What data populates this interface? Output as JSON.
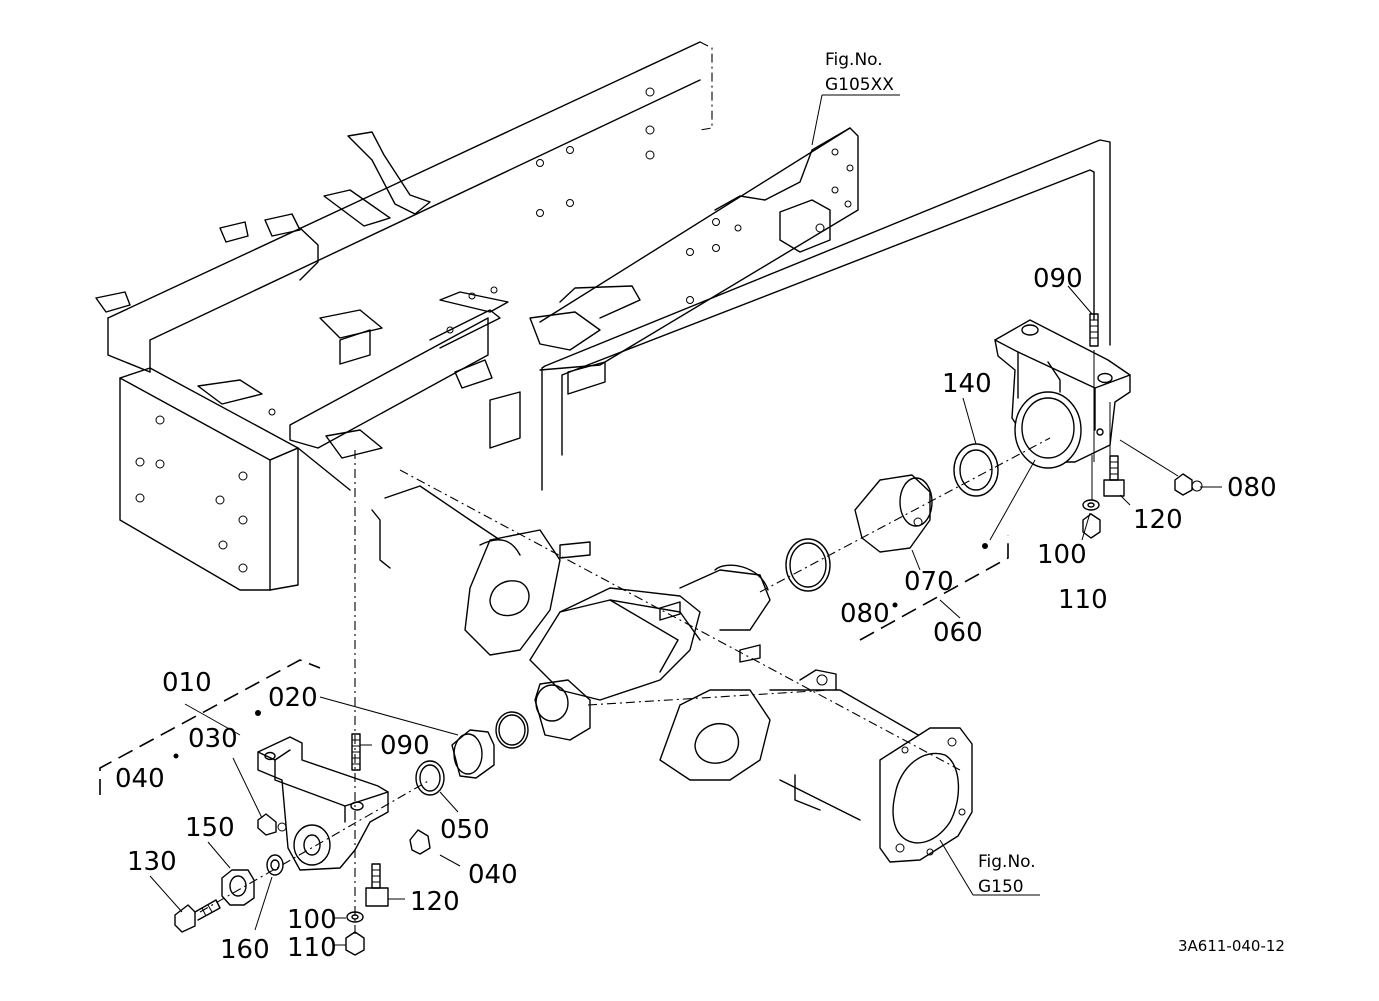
{
  "fig_refs": {
    "frame": {
      "line1": "Fig.No.",
      "line2": "G105XX"
    },
    "axle": {
      "line1": "Fig.No.",
      "line2": "G150"
    }
  },
  "labels": {
    "l010": "010",
    "l020": "020",
    "l030": "030",
    "l040_left": "040",
    "l090_left": "090",
    "l040": "040",
    "l050": "050",
    "l150": "150",
    "l130": "130",
    "l160": "160",
    "l100_left": "100",
    "l110_left": "110",
    "l120_left": "120",
    "l090_right": "090",
    "l140": "140",
    "l080_right": "080",
    "l120_right": "120",
    "l100_right": "100",
    "l110_right": "110",
    "l070": "070",
    "l080_kit": "080",
    "l060": "060"
  },
  "drawing_code": "3A611-040-12"
}
